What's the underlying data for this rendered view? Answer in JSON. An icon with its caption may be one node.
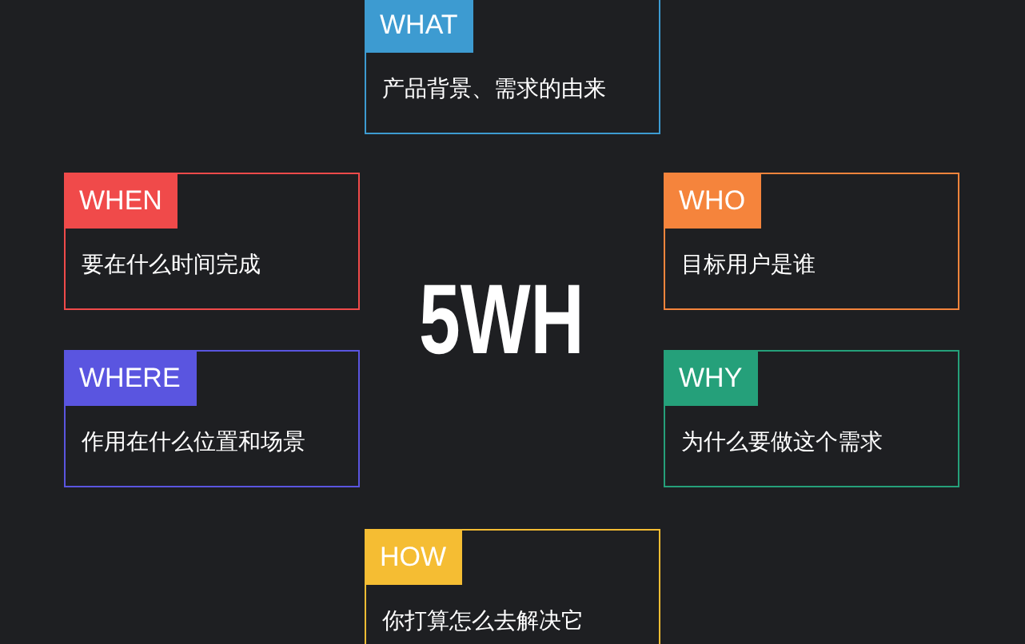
{
  "diagram": {
    "nodes": [
      {
        "text": [
          "WHAT",
          "产品背景、需求的由来"
        ]
      },
      {
        "text": [
          "WHEN",
          "要在什么时间完成"
        ]
      },
      {
        "text": [
          "WHO",
          "目标用户是谁"
        ]
      },
      {
        "text": [
          "WHERE",
          "作用在什么位置和场景"
        ]
      },
      {
        "text": [
          "WHY",
          "为什么要做这个需求"
        ]
      },
      {
        "text": [
          "HOW",
          "你打算怎么去解决它"
        ]
      }
    ],
    "labels": [
      "5WH"
    ]
  }
}
